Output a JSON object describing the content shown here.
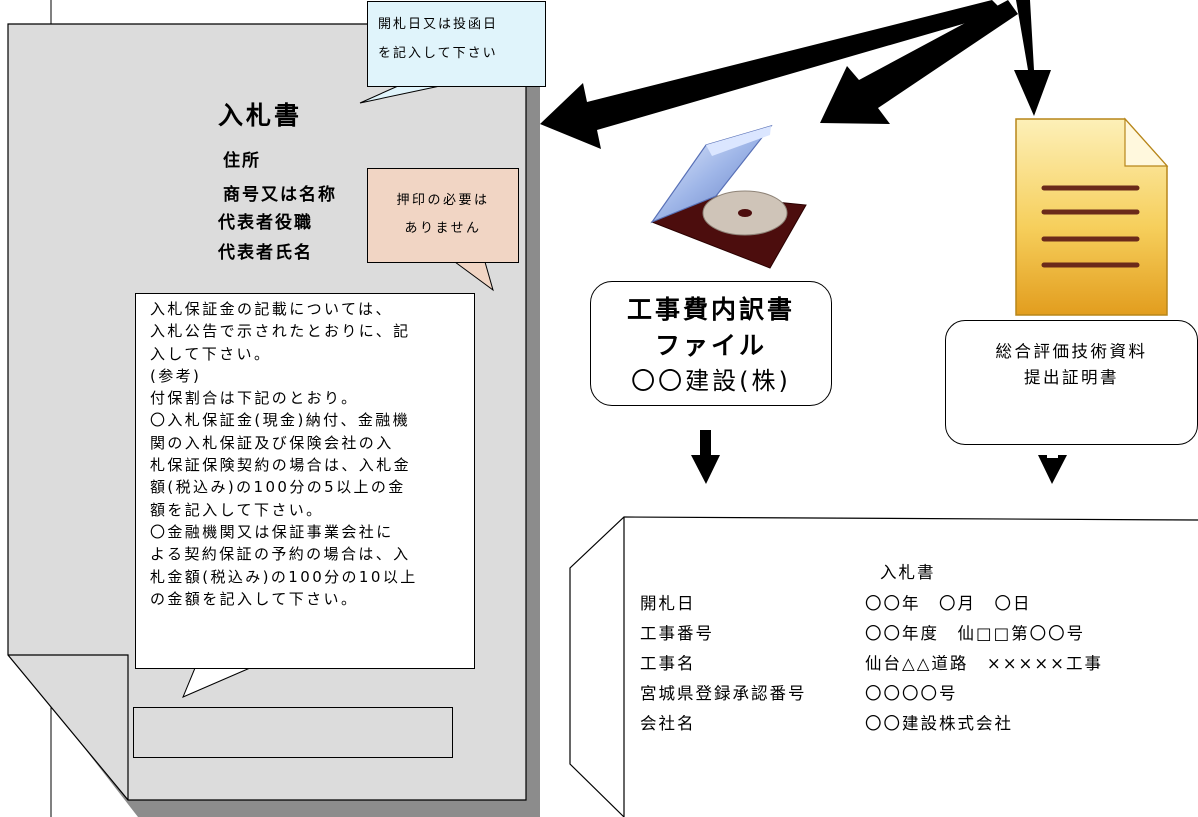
{
  "bid_sheet": {
    "title": "入札書",
    "fields": [
      "住所",
      "商号又は名称",
      "代表者役職",
      "代表者氏名"
    ],
    "date_callout": [
      "開札日又は投函日",
      "を記入して下さい"
    ],
    "seal_callout": [
      "押印の必要は",
      "ありません"
    ],
    "guarantee_note": [
      "入札保証金の記載については、",
      "入札公告で示されたとおりに、記",
      "入して下さい。",
      "(参考)",
      "付保割合は下記のとおり。",
      "〇入札保証金(現金)納付、金融機",
      "関の入札保証及び保険会社の入",
      "札保証保険契約の場合は、入札金",
      "額(税込み)の100分の5以上の金",
      "額を記入して下さい。",
      "〇金融機関又は保証事業会社に",
      "よる契約保証の予約の場合は、入",
      "札金額(税込み)の100分の10以上",
      "の金額を記入して下さい。"
    ]
  },
  "cost_file": {
    "lines": [
      "工事費内訳書",
      "ファイル",
      "〇〇建設(株)"
    ]
  },
  "certificate": {
    "lines": [
      "総合評価技術資料",
      "提出証明書"
    ]
  },
  "envelope": {
    "title": "入札書",
    "rows": [
      {
        "label": "開札日",
        "value": "〇〇年　〇月　〇日"
      },
      {
        "label": "工事番号",
        "value": "〇〇年度　仙□□第〇〇号"
      },
      {
        "label": "工事名",
        "value": "仙台△△道路　×××××工事"
      },
      {
        "label": "宮城県登録承認番号",
        "value": "〇〇〇〇号"
      },
      {
        "label": "会社名",
        "value": "〇〇建設株式会社"
      }
    ]
  },
  "colors": {
    "sheet_fill": "#dcdcdc",
    "sheet_shadow": "#8c8c8c",
    "date_callout_fill": "#e0f4fb",
    "seal_callout_fill": "#f1d5c4",
    "doc_icon_gold": "#e6b633",
    "arrow": "#000000"
  }
}
